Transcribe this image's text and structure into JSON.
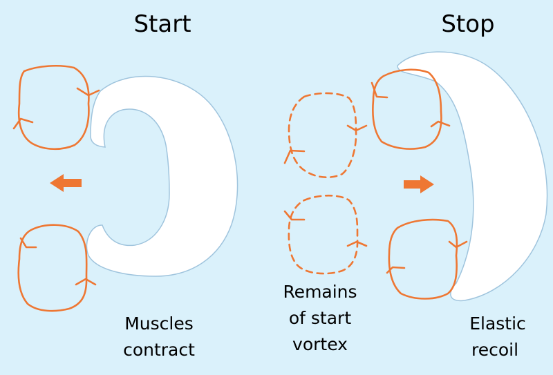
{
  "start": {
    "title": "Start",
    "caption": [
      "Muscles",
      "contract"
    ]
  },
  "stop": {
    "title": "Stop",
    "caption": [
      "Elastic",
      "recoil"
    ]
  },
  "middle": {
    "caption": [
      "Remains",
      "of start",
      "vortex"
    ]
  },
  "colors": {
    "background": "#daf1fb",
    "vortex": "#ee7733",
    "body_fill": "#ffffff",
    "body_outline": "#9fc4dd"
  }
}
